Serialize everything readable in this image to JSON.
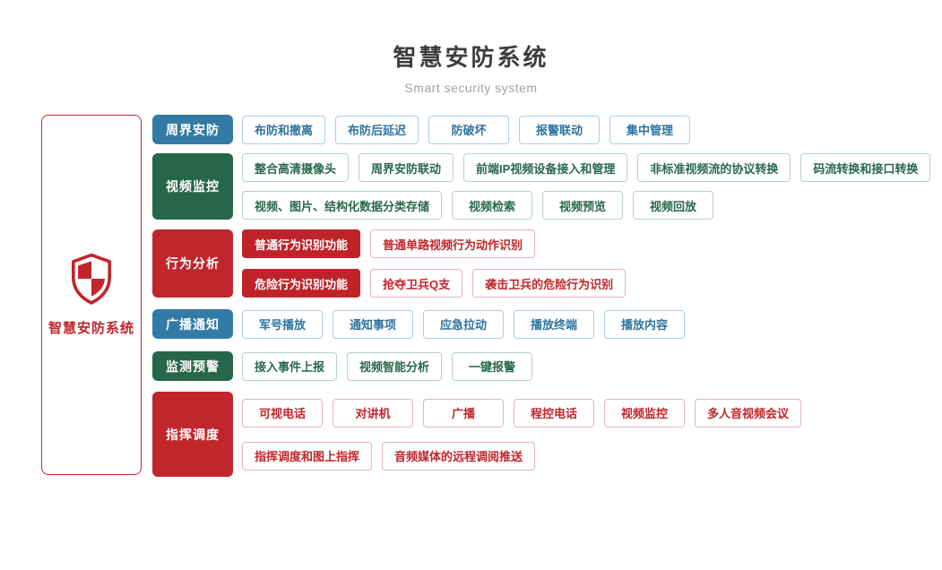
{
  "header": {
    "title": "智慧安防系统",
    "subtitle": "Smart security system"
  },
  "root": {
    "label": "智慧安防系统",
    "icon": "shield-check-icon"
  },
  "colors": {
    "blue": "#337ba5",
    "green": "#26664b",
    "red": "#c0262c",
    "filled_red": "#bf2329",
    "title_text": "#3d3d3d",
    "subtitle_text": "#a2a2a2"
  },
  "rows": [
    {
      "id": "perimeter-security",
      "label": "周界安防",
      "color": "blue",
      "lines": [
        [
          "布防和撤离",
          "布防后延迟",
          "防破坏",
          "报警联动",
          "集中管理"
        ]
      ]
    },
    {
      "id": "video-surveillance",
      "label": "视频监控",
      "color": "green",
      "lines": [
        [
          "整合高清摄像头",
          "周界安防联动",
          "前端IP视频设备接入和管理",
          "非标准视频流的协议转换",
          "码流转换和接口转换"
        ],
        [
          "视频、图片、结构化数据分类存储",
          "视频检索",
          "视频预览",
          "视频回放"
        ]
      ]
    },
    {
      "id": "behavior-analysis",
      "label": "行为分析",
      "color": "red",
      "lines": [
        [
          {
            "text": "普通行为识别功能",
            "filled": true
          },
          "普通单路视频行为动作识别"
        ],
        [
          {
            "text": "危险行为识别功能",
            "filled": true
          },
          "抢夺卫兵Q支",
          "袭击卫兵的危险行为识别"
        ]
      ]
    },
    {
      "id": "broadcast-notification",
      "label": "广播通知",
      "color": "blue",
      "lines": [
        [
          "军号播放",
          "通知事项",
          "应急拉动",
          "播放终端",
          "播放内容"
        ]
      ]
    },
    {
      "id": "monitoring-warning",
      "label": "监测预警",
      "color": "green",
      "lines": [
        [
          "接入事件上报",
          "视频智能分析",
          "一键报警"
        ]
      ]
    },
    {
      "id": "command-dispatch",
      "label": "指挥调度",
      "color": "red",
      "lines": [
        [
          "可视电话",
          "对讲机",
          "广播",
          "程控电话",
          "视频监控",
          "多人音视频会议"
        ],
        [
          "指挥调度和图上指挥",
          "音频媒体的远程调阅推送"
        ]
      ]
    }
  ]
}
